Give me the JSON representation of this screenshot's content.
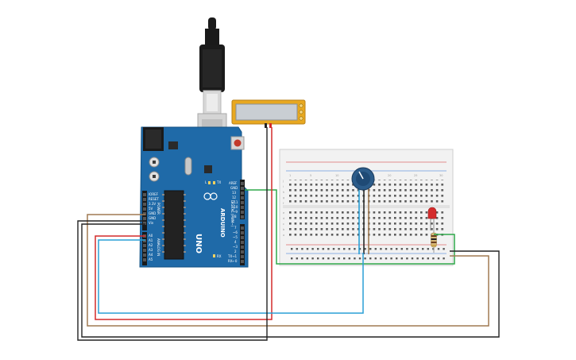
{
  "board": {
    "brand": "ARDUINO",
    "model": "UNO",
    "power_header": "POWER",
    "analog_header": "ANALOG IN",
    "digital_header": "DIGITAL (PWM~)",
    "power_pins": [
      "IOREF",
      "RESET",
      "3.3V",
      "5V",
      "GND",
      "GND",
      "Vin"
    ],
    "analog_pins": [
      "A0",
      "A1",
      "A2",
      "A3",
      "A4",
      "A5"
    ],
    "digital_top_pins": [
      "AREF",
      "GND",
      "13",
      "12",
      "~11",
      "~10",
      "~9",
      "8"
    ],
    "digital_bottom_pins": [
      "7",
      "~6",
      "~5",
      "4",
      "~3",
      "2",
      "TX→1",
      "RX←0"
    ],
    "led_labels": [
      "L",
      "TX",
      "RX"
    ]
  },
  "breadboard": {
    "row_letters_top": [
      "j",
      "i",
      "h",
      "g",
      "f"
    ],
    "row_letters_bottom": [
      "e",
      "d",
      "c",
      "b",
      "a"
    ],
    "column_numbers": [
      "1",
      "5",
      "10",
      "15",
      "20",
      "25",
      "30"
    ]
  },
  "colors": {
    "board": "#1f6aa8",
    "wire_green": "#2fa84a",
    "wire_red": "#d42b2b",
    "wire_blue": "#2a9fd6",
    "wire_brown": "#a07a52",
    "wire_black": "#222222",
    "lcd_frame": "#e8a820",
    "led": "#d42b2b"
  },
  "icons": {
    "usb": "usb-cable-icon",
    "pot": "potentiometer-icon",
    "led": "led-icon",
    "resistor": "resistor-icon",
    "display": "lcd-display-icon"
  }
}
